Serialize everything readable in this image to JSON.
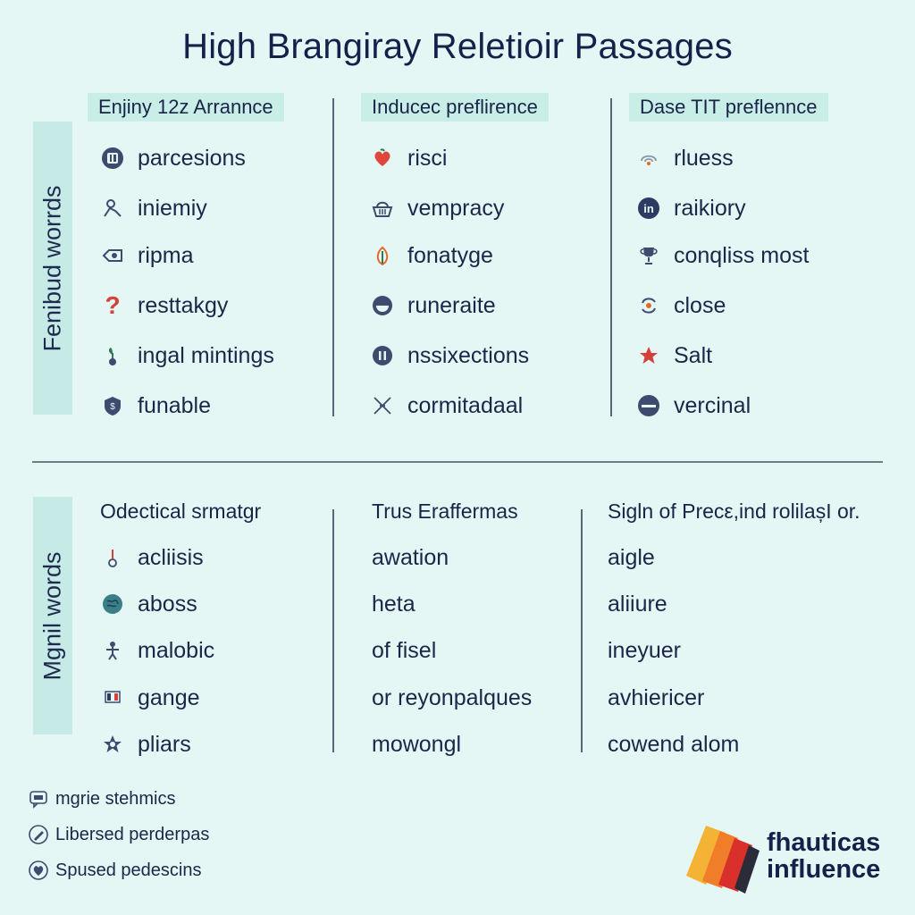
{
  "title": "High Brangiray Reletioir Passages",
  "top": {
    "side_label": "Fenibud worrds",
    "columns": [
      {
        "header": "Enjiny 12z Arrannce",
        "items": [
          {
            "icon": "id-card-icon",
            "label": "parcesions"
          },
          {
            "icon": "person-icon",
            "label": "iniemiy"
          },
          {
            "icon": "eye-tag-icon",
            "label": "ripma"
          },
          {
            "icon": "question-mark-icon",
            "label": "resttakgy"
          },
          {
            "icon": "plant-icon",
            "label": "ingal mintings"
          },
          {
            "icon": "shield-icon",
            "label": "funable"
          }
        ]
      },
      {
        "header": "Inducec preflirence",
        "items": [
          {
            "icon": "heart-icon",
            "label": "risci"
          },
          {
            "icon": "basket-icon",
            "label": "vempracy"
          },
          {
            "icon": "leaf-icon",
            "label": "fonatyge"
          },
          {
            "icon": "bowl-icon",
            "label": "runeraite"
          },
          {
            "icon": "info-circle-icon",
            "label": "nssixections"
          },
          {
            "icon": "cross-arrows-icon",
            "label": "cormitadaal"
          }
        ]
      },
      {
        "header": "Dase TIT preflennce",
        "items": [
          {
            "icon": "wifi-icon",
            "label": "rluess"
          },
          {
            "icon": "linkedin-icon",
            "label": "raikiory"
          },
          {
            "icon": "trophy-icon",
            "label": "conqliss most"
          },
          {
            "icon": "refresh-icon",
            "label": "close"
          },
          {
            "icon": "star-icon",
            "label": "Salt"
          },
          {
            "icon": "dish-icon",
            "label": "vercinal"
          }
        ]
      }
    ]
  },
  "bottom": {
    "side_label": "Mgnil words",
    "columns": [
      {
        "header": "Odectical srmatgr",
        "items": [
          {
            "icon": "pin-icon",
            "label": "acliisis"
          },
          {
            "icon": "brain-icon",
            "label": "aboss"
          },
          {
            "icon": "figure-icon",
            "label": "malobic"
          },
          {
            "icon": "flag-icon",
            "label": "gange"
          },
          {
            "icon": "star-outline-icon",
            "label": "pliars"
          }
        ]
      },
      {
        "header": "Trus Eraffermas",
        "items": [
          {
            "label": "awation"
          },
          {
            "label": "heta"
          },
          {
            "label": "of fisel"
          },
          {
            "label": "or reyonpalques"
          },
          {
            "label": "mowongl"
          }
        ]
      },
      {
        "header": "Sigln of Precε,ind rolilașI or.",
        "items": [
          {
            "label": "aigle"
          },
          {
            "label": "aliiure"
          },
          {
            "label": "ineyuer"
          },
          {
            "label": "avhiericer"
          },
          {
            "label": "cowend alom"
          }
        ]
      }
    ]
  },
  "legend": [
    {
      "icon": "chat-icon",
      "label": "mgrie stehmics"
    },
    {
      "icon": "pen-icon",
      "label": "Libersed perderpas"
    },
    {
      "icon": "heart-circle-icon",
      "label": "Spused pedescins"
    }
  ],
  "brand": {
    "line1": "fhauticas",
    "line2": "influence",
    "colors": [
      "#f5b335",
      "#ef7d2a",
      "#d9302c",
      "#2b2b3a"
    ]
  }
}
